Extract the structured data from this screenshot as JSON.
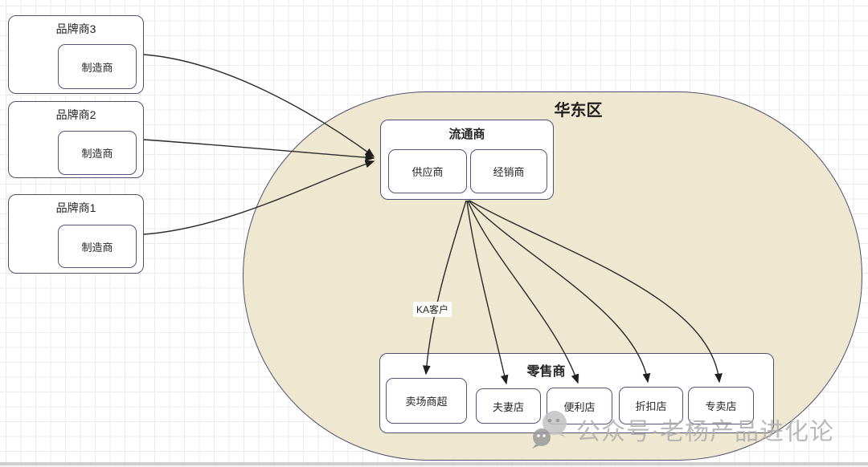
{
  "diagram": {
    "region": {
      "label": "华东区"
    },
    "brand_groups": [
      {
        "label": "品牌商3",
        "child": "制造商"
      },
      {
        "label": "品牌商2",
        "child": "制造商"
      },
      {
        "label": "品牌商1",
        "child": "制造商"
      }
    ],
    "distributor": {
      "label": "流通商",
      "children": [
        {
          "label": "供应商"
        },
        {
          "label": "经销商"
        }
      ]
    },
    "retailer": {
      "label": "零售商",
      "children": [
        {
          "label": "卖场商超"
        },
        {
          "label": "夫妻店"
        },
        {
          "label": "便利店"
        },
        {
          "label": "折扣店"
        },
        {
          "label": "专卖店"
        }
      ]
    },
    "edge_label": "KA客户",
    "watermark": {
      "icon": "wechat-icon",
      "text": "公众号·老杨产品进化论"
    }
  },
  "colors": {
    "region_fill": "#efe8d0",
    "node_border": "#50506e",
    "arrow": "#2a2a2a",
    "grid_line": "#ebebeb",
    "watermark_gray": "#aeaeae"
  }
}
